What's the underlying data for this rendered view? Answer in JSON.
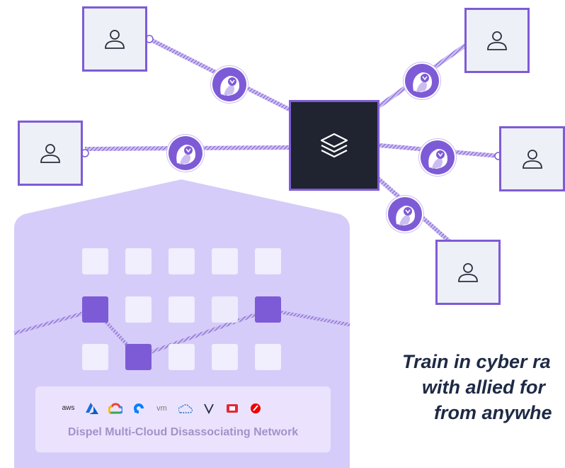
{
  "hub": {
    "icon": "layers-icon"
  },
  "users": [
    {
      "id": "user-top-left",
      "icon": "user-icon"
    },
    {
      "id": "user-left",
      "icon": "user-icon"
    },
    {
      "id": "user-top-right",
      "icon": "user-icon"
    },
    {
      "id": "user-right",
      "icon": "user-icon"
    },
    {
      "id": "user-bottom-right",
      "icon": "user-icon"
    }
  ],
  "nodes": {
    "icon": "owl-icon"
  },
  "cloud_logos": [
    "aws",
    "azure-icon",
    "google-cloud-icon",
    "digitalocean-icon",
    "vm",
    "ibm-cloud-icon",
    "vultr-icon",
    "oracle-icon",
    "openshift-icon"
  ],
  "network": {
    "label": "Dispel Multi-Cloud Disassociating Network"
  },
  "tagline": {
    "line1": "Train in cyber ra",
    "line2": "with allied for",
    "line3": "from anywhe"
  },
  "colors": {
    "accent": "#7e5bd6",
    "hub_bg": "#1f2430",
    "panel": "#d6ccf9",
    "tile": "#f1eefd",
    "active_tile": "#7e5bd6",
    "text_dark": "#1e2a45"
  }
}
